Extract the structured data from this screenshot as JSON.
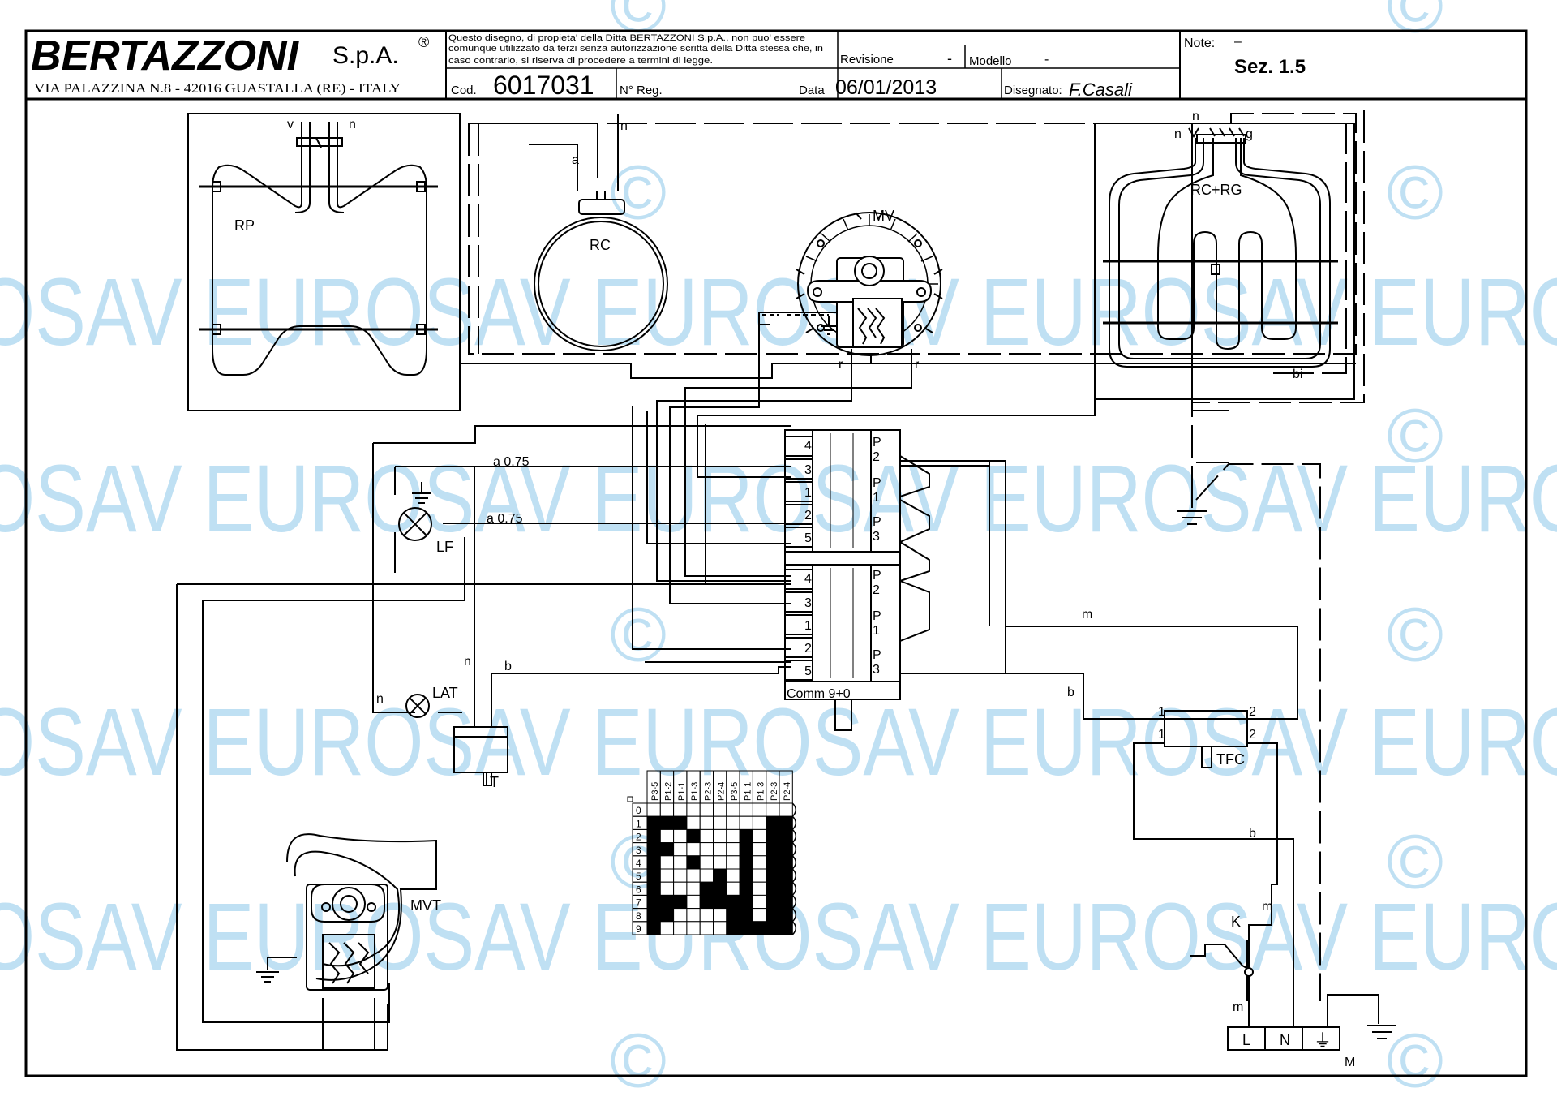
{
  "title_block": {
    "company": "BERTAZZONI",
    "company_suffix": "S.p.A.",
    "registered_mark": "®",
    "address": "VIA PALAZZINA N.8 - 42016 GUASTALLA (RE) - ITALY",
    "disclaimer_lines": [
      "Questo disegno, di propieta' della Ditta BERTAZZONI S.p.A., non puo' essere",
      "comunque utilizzato da terzi senza autorizzazione scritta della Ditta stessa che, in",
      "caso contrario, si riserva di procedere a termini di legge."
    ],
    "cod_label": "Cod.",
    "cod_value": "6017031",
    "nreg_label": "N° Reg.",
    "revisione_label": "Revisione",
    "revisione_value": "-",
    "modello_label": "Modello",
    "modello_value": "-",
    "data_label": "Data",
    "data_value": "06/01/2013",
    "disegnato_label": "Disegnato:",
    "disegnato_value": "F.Casali",
    "note_label": "Note:",
    "note_value": "–",
    "section": "Sez. 1.5"
  },
  "watermark": {
    "text": "EUROSAV",
    "rows": [
      "OSAV EUROSAV EUROSAV EUROSAV EURO",
      "OSAV EUROSAV EUROSAV EUROSAV EURO",
      "OSAV EUROSAV EUROSAV EUROSAV EURO",
      "OSAV EUROSAV EUROSAV EUROSAV EURO"
    ],
    "copyright": "©"
  },
  "components": {
    "rp": "RP",
    "rc": "RC",
    "mv": "MV",
    "rcrg": "RC+RG",
    "lf": "LF",
    "lat": "LAT",
    "t": "T",
    "tfc": "TFC",
    "mvt": "MVT",
    "k": "K",
    "m": "M",
    "commutator": "Comm 9+0"
  },
  "wire_labels": {
    "v": "v",
    "n": "n",
    "a": "a",
    "r": "r",
    "g": "g",
    "bi": "bi",
    "m": "m",
    "b": "b",
    "a075": "a 0.75"
  },
  "switch_upper": {
    "left": [
      "4",
      "3",
      "1",
      "2",
      "5"
    ],
    "right": [
      [
        "P",
        "2"
      ],
      [
        "P",
        "1"
      ],
      [
        "P",
        "3"
      ]
    ]
  },
  "switch_lower": {
    "left": [
      "4",
      "3",
      "1",
      "2",
      "5"
    ],
    "right": [
      [
        "P",
        "2"
      ],
      [
        "P",
        "1"
      ],
      [
        "P",
        "3"
      ]
    ]
  },
  "tfc_pins": [
    "1",
    "2",
    "1",
    "2"
  ],
  "terminal_block": [
    "L",
    "N",
    "⏚"
  ],
  "contact_table": {
    "columns": [
      "P3-5",
      "P1-2",
      "P1-1",
      "P1-3",
      "P2-3",
      "P2-4",
      "P3-5",
      "P1-1",
      "P1-3",
      "P2-3",
      "P2-4"
    ],
    "rows": [
      "0",
      "1",
      "2",
      "3",
      "4",
      "5",
      "6",
      "7",
      "8",
      "9"
    ],
    "filled": [
      [
        0,
        0,
        0,
        0,
        0,
        0,
        0,
        0,
        0,
        0,
        0
      ],
      [
        1,
        1,
        1,
        0,
        0,
        0,
        0,
        0,
        0,
        1,
        1
      ],
      [
        1,
        0,
        0,
        1,
        0,
        0,
        0,
        1,
        0,
        1,
        1
      ],
      [
        1,
        1,
        0,
        0,
        0,
        0,
        0,
        1,
        0,
        1,
        1
      ],
      [
        1,
        0,
        0,
        1,
        0,
        0,
        0,
        1,
        0,
        1,
        1
      ],
      [
        1,
        0,
        0,
        0,
        0,
        1,
        0,
        1,
        0,
        1,
        1
      ],
      [
        1,
        0,
        0,
        0,
        1,
        1,
        0,
        1,
        0,
        1,
        1
      ],
      [
        1,
        1,
        1,
        0,
        1,
        1,
        1,
        1,
        0,
        1,
        1
      ],
      [
        1,
        1,
        0,
        0,
        0,
        0,
        1,
        1,
        0,
        1,
        1
      ],
      [
        1,
        0,
        0,
        0,
        0,
        0,
        1,
        1,
        1,
        1,
        1
      ]
    ]
  }
}
